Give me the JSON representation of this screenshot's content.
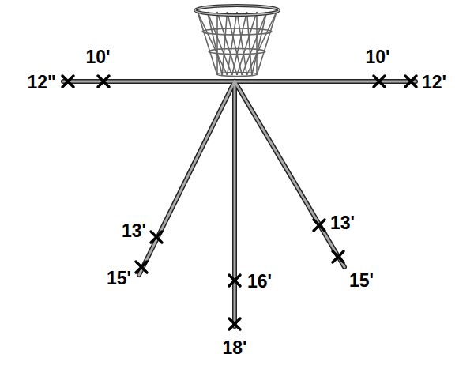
{
  "diagram": {
    "labels": [
      "10'",
      "10'",
      "12\"",
      "12'",
      "13'",
      "13'",
      "15'",
      "15'",
      "16'",
      "18'"
    ]
  }
}
